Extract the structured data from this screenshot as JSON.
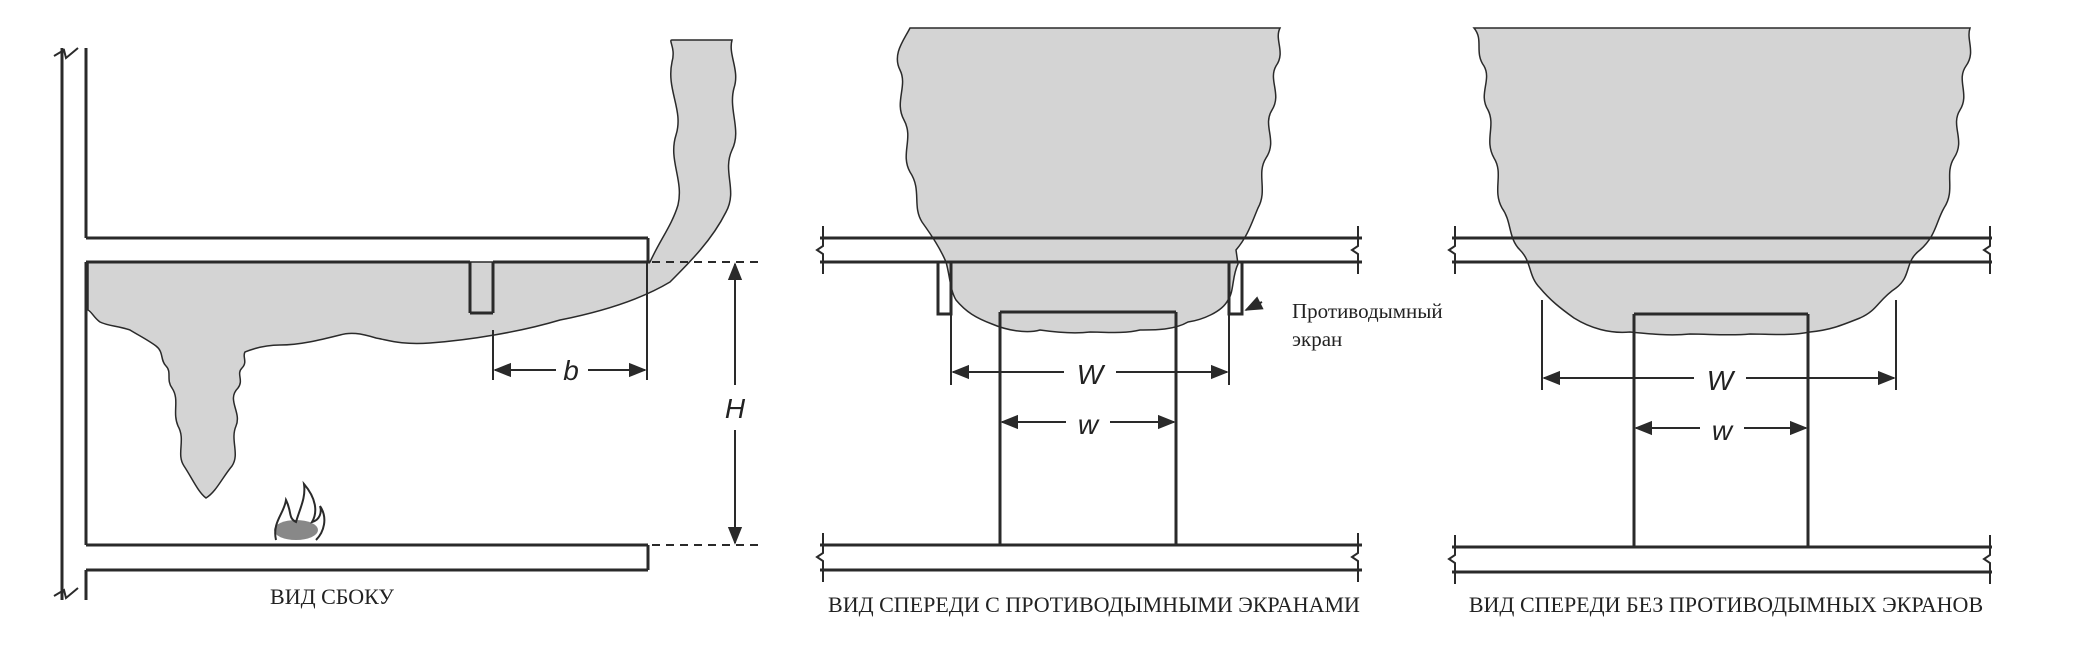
{
  "colors": {
    "smoke": "#d4d4d4",
    "line": "#2a2a2a",
    "flame": "#888888",
    "background": "#ffffff"
  },
  "side_view": {
    "caption": "ВИД СБОКУ",
    "dim_b": "b",
    "dim_H": "H"
  },
  "front_with_screens": {
    "caption": "ВИД СПЕРЕДИ С ПРОТИВОДЫМНЫМИ ЭКРАНАМИ",
    "dim_W": "W",
    "dim_w": "w",
    "callout_line1": "Противодымный",
    "callout_line2": "экран"
  },
  "front_without_screens": {
    "caption": "ВИД  СПЕРЕДИ БЕЗ ПРОТИВОДЫМНЫХ ЭКРАНОВ",
    "dim_W": "W",
    "dim_w": "w"
  }
}
